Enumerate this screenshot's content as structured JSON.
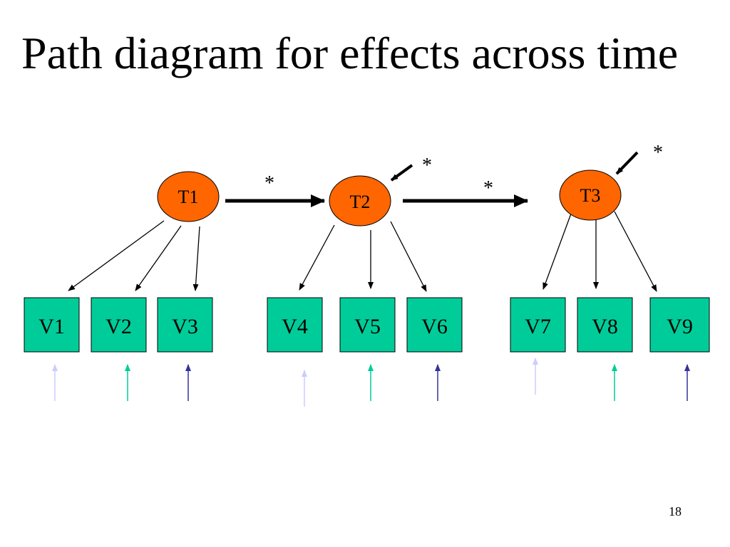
{
  "title": "Path diagram for effects across time",
  "slide_number": "18",
  "colors": {
    "latent_fill": "#ff6600",
    "observed_fill": "#00cc99",
    "error_light": "#ccccff",
    "error_teal": "#00cc99",
    "error_navy": "#333399"
  },
  "latent": [
    {
      "id": "T1",
      "label": "T1"
    },
    {
      "id": "T2",
      "label": "T2"
    },
    {
      "id": "T3",
      "label": "T3"
    }
  ],
  "observed": [
    {
      "id": "V1",
      "label": "V1"
    },
    {
      "id": "V2",
      "label": "V2"
    },
    {
      "id": "V3",
      "label": "V3"
    },
    {
      "id": "V4",
      "label": "V4"
    },
    {
      "id": "V5",
      "label": "V5"
    },
    {
      "id": "V6",
      "label": "V6"
    },
    {
      "id": "V7",
      "label": "V7"
    },
    {
      "id": "V8",
      "label": "V8"
    },
    {
      "id": "V9",
      "label": "V9"
    }
  ],
  "path_labels": {
    "t1_t2": "*",
    "t2_t3": "*",
    "t2_disturbance": "*",
    "t3_disturbance": "*"
  }
}
